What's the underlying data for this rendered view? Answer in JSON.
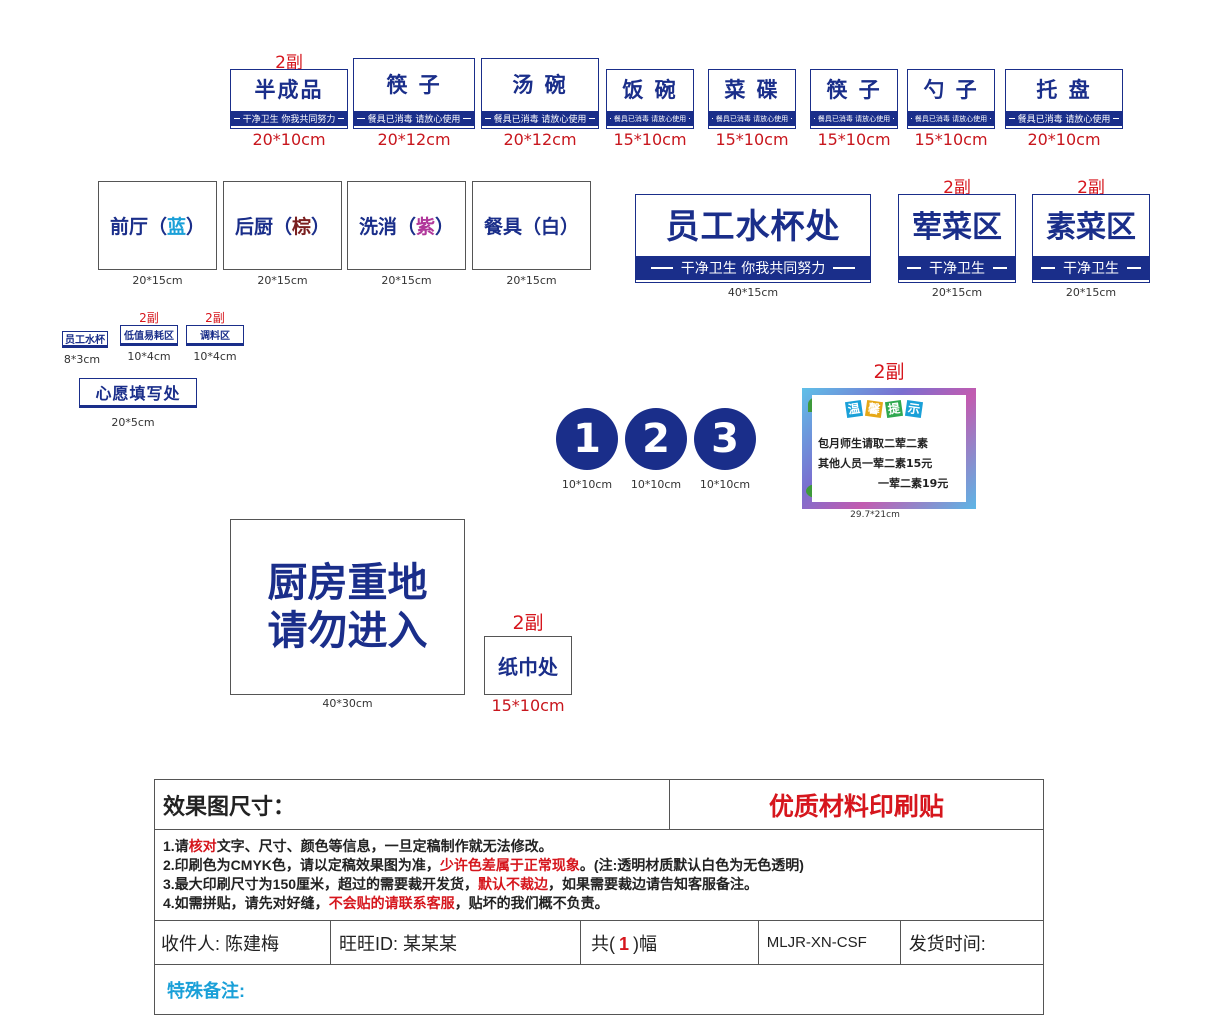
{
  "top_signs": [
    {
      "qty": "2副",
      "title": "半成品",
      "sub": "干净卫生 你我共同努力",
      "dim": "20*10cm"
    },
    {
      "qty": "",
      "title": "筷 子",
      "sub": "餐具已消毒 请放心使用",
      "dim": "20*12cm"
    },
    {
      "qty": "",
      "title": "汤 碗",
      "sub": "餐具已消毒 请放心使用",
      "dim": "20*12cm"
    },
    {
      "qty": "",
      "title": "饭 碗",
      "sub": "餐具已消毒 请放心使用",
      "dim": "15*10cm"
    },
    {
      "qty": "",
      "title": "菜 碟",
      "sub": "餐具已消毒 请放心使用",
      "dim": "15*10cm"
    },
    {
      "qty": "",
      "title": "筷 子",
      "sub": "餐具已消毒 请放心使用",
      "dim": "15*10cm"
    },
    {
      "qty": "",
      "title": "勺 子",
      "sub": "餐具已消毒 请放心使用",
      "dim": "15*10cm"
    },
    {
      "qty": "",
      "title": "托 盘",
      "sub": "餐具已消毒 请放心使用",
      "dim": "20*10cm"
    }
  ],
  "color_signs": [
    {
      "name": "前厅",
      "paren_open": "（",
      "color_word": "蓝",
      "paren_close": "）",
      "color": "#1aa0d8",
      "dim": "20*15cm"
    },
    {
      "name": "后厨",
      "paren_open": "（",
      "color_word": "棕",
      "paren_close": "）",
      "color": "#7a1f1f",
      "dim": "20*15cm"
    },
    {
      "name": "洗消",
      "paren_open": "（",
      "color_word": "紫",
      "paren_close": "）",
      "color": "#b0379a",
      "dim": "20*15cm"
    },
    {
      "name": "餐具",
      "paren_open": "（",
      "color_word": "白",
      "paren_close": "）",
      "color": "#1a2e8a",
      "dim": "20*15cm"
    }
  ],
  "big_signs": [
    {
      "qty": "",
      "title": "员工水杯处",
      "sub": "干净卫生 你我共同努力",
      "dim": "40*15cm"
    },
    {
      "qty": "2副",
      "title": "荤菜区",
      "sub": "干净卫生",
      "dim": "20*15cm"
    },
    {
      "qty": "2副",
      "title": "素菜区",
      "sub": "干净卫生",
      "dim": "20*15cm"
    }
  ],
  "mini_signs": [
    {
      "qty": "",
      "title": "员工水杯",
      "dim": "8*3cm"
    },
    {
      "qty": "2副",
      "title": "低值易耗区",
      "dim": "10*4cm"
    },
    {
      "qty": "2副",
      "title": "调料区",
      "dim": "10*4cm"
    }
  ],
  "wish_sign": {
    "title": "心愿填写处",
    "dim": "20*5cm"
  },
  "numbers": [
    {
      "label": "1",
      "dim": "10*10cm"
    },
    {
      "label": "2",
      "dim": "10*10cm"
    },
    {
      "label": "3",
      "dim": "10*10cm"
    }
  ],
  "notice": {
    "qty": "2副",
    "title_chars": [
      "温",
      "馨",
      "提",
      "示"
    ],
    "title_colors": [
      "#1aa0d8",
      "#e6a817",
      "#2fa84f",
      "#1aa0d8"
    ],
    "line1": "包月师生请取二荤二素",
    "line2": "其他人员一荤二素15元",
    "line3": "一荤二素19元",
    "dim": "29.7*21cm"
  },
  "kitchen_sign": {
    "line1": "厨房重地",
    "line2": "请勿进入",
    "dim": "40*30cm"
  },
  "tissue_sign": {
    "qty": "2副",
    "title": "纸巾处",
    "dim": "15*10cm"
  },
  "info": {
    "size_label": "效果图尺寸：",
    "material": "优质材料印刷贴",
    "notes": [
      {
        "a": "1.请",
        "b": "核对",
        "c": "文字、尺寸、颜色等信息，一旦定稿制作就无法修改。",
        "d": "",
        "e": ""
      },
      {
        "a": "2.印刷色为CMYK色，请以定稿效果图为准，",
        "b": "少许色差属于正常现象",
        "c": "。(注:透明材质默认白色为无色透明)",
        "d": "",
        "e": ""
      },
      {
        "a": "3.最大印刷尺寸为150厘米，超过的需要裁开发货，",
        "b": "默认不裁边",
        "c": "，如果需要裁边请告知客服备注。",
        "d": "",
        "e": ""
      },
      {
        "a": "4.如需拼贴，请先对好缝，",
        "b": "不会贴的请联系客服",
        "c": "，贴坏的我们概不负责。",
        "d": "",
        "e": ""
      }
    ],
    "receiver": "收件人: 陈建梅",
    "wangwang": "旺旺ID:   某某某",
    "count_prefix": "共(",
    "count": "1",
    "count_suffix": ")幅",
    "code": "MLJR-XN-CSF",
    "ship_time": "发货时间:",
    "remark": "特殊备注:"
  },
  "colors": {
    "navy": "#1a2e8a",
    "red": "#d6161d",
    "remark_blue": "#1aa0d8"
  }
}
